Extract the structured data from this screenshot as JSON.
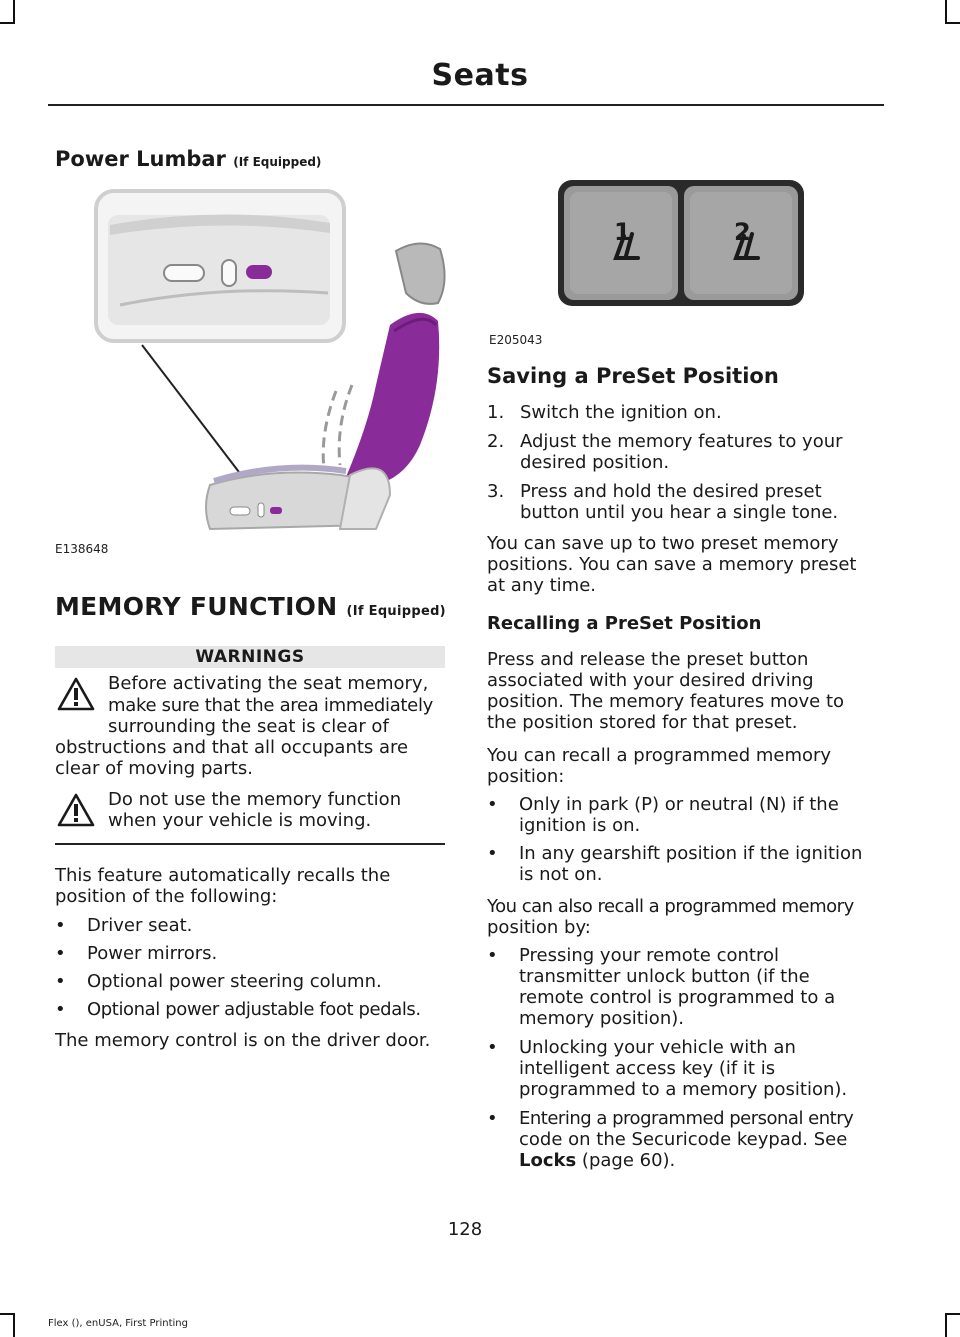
{
  "header": {
    "title": "Seats"
  },
  "left": {
    "lumbar_heading": "Power Lumbar",
    "lumbar_suffix": "(If Equipped)",
    "lumbar_image_code": "E138648",
    "memory_heading": "MEMORY FUNCTION",
    "memory_suffix": "(If Equipped)",
    "warnings_title": "WARNINGS",
    "warning1_l1": "Before activating the seat memory,",
    "warning1_l2": "make sure that the area immediately",
    "warning1_l3": "surrounding the seat is clear of",
    "warning1_l4": "obstructions and that all occupants are",
    "warning1_l5": "clear of moving parts.",
    "warning2_l1": "Do not use the memory function",
    "warning2_l2": "when your vehicle is moving.",
    "intro_l1": "This feature automatically recalls the",
    "intro_l2": "position of the following:",
    "bullets": [
      "Driver seat.",
      "Power mirrors.",
      "Optional power steering column.",
      "Optional power adjustable foot pedals."
    ],
    "control_note": "The memory control is on the driver door."
  },
  "right": {
    "buttons_image_code": "E205043",
    "btn1": "1",
    "btn2": "2",
    "saving_heading": "Saving a PreSet Position",
    "steps": [
      {
        "n": "1.",
        "l1": "Switch the ignition on.",
        "l2": ""
      },
      {
        "n": "2.",
        "l1": "Adjust the memory features to your",
        "l2": "desired position."
      },
      {
        "n": "3.",
        "l1": "Press and hold the desired preset",
        "l2": "button until you hear a single tone."
      }
    ],
    "save_note_l1": "You can save up to two preset memory",
    "save_note_l2": "positions. You can save a memory preset",
    "save_note_l3": "at any time.",
    "recall_heading": "Recalling a PreSet Position",
    "recall_p_l1": "Press and release the preset button",
    "recall_p_l2": "associated with your desired driving",
    "recall_p_l3": "position. The memory features move to",
    "recall_p_l4": "the position stored for that preset.",
    "recall2_l1": "You can recall a programmed memory",
    "recall2_l2": "position:",
    "recall_bullets": [
      {
        "l1": "Only in park (P) or neutral (N) if the",
        "l2": "ignition is on."
      },
      {
        "l1": "In any gearshift position if the ignition",
        "l2": "is not on."
      }
    ],
    "also_l1": "You can also recall a programmed memory",
    "also_l2": "position by:",
    "also_bullets": [
      {
        "l1": "Pressing your remote control",
        "l2": "transmitter unlock button (if the",
        "l3": "remote control is programmed to a",
        "l4": "memory position)."
      },
      {
        "l1": "Unlocking your vehicle with an",
        "l2": "intelligent access key (if it is",
        "l3": "programmed to a memory position).",
        "l4": ""
      },
      {
        "l1": "Entering a programmed personal entry",
        "l2": "code on the Securicode keypad.  See",
        "l3_ref": "Locks",
        "l3_rest": " (page 60).",
        "l4": ""
      }
    ]
  },
  "footer": {
    "page_number": "128",
    "imprint": "Flex (), enUSA, First Printing"
  },
  "colors": {
    "accent_purple": "#8a2b9a",
    "seat_grey": "#dcdcdc",
    "button_dark": "#3a3a3a"
  }
}
